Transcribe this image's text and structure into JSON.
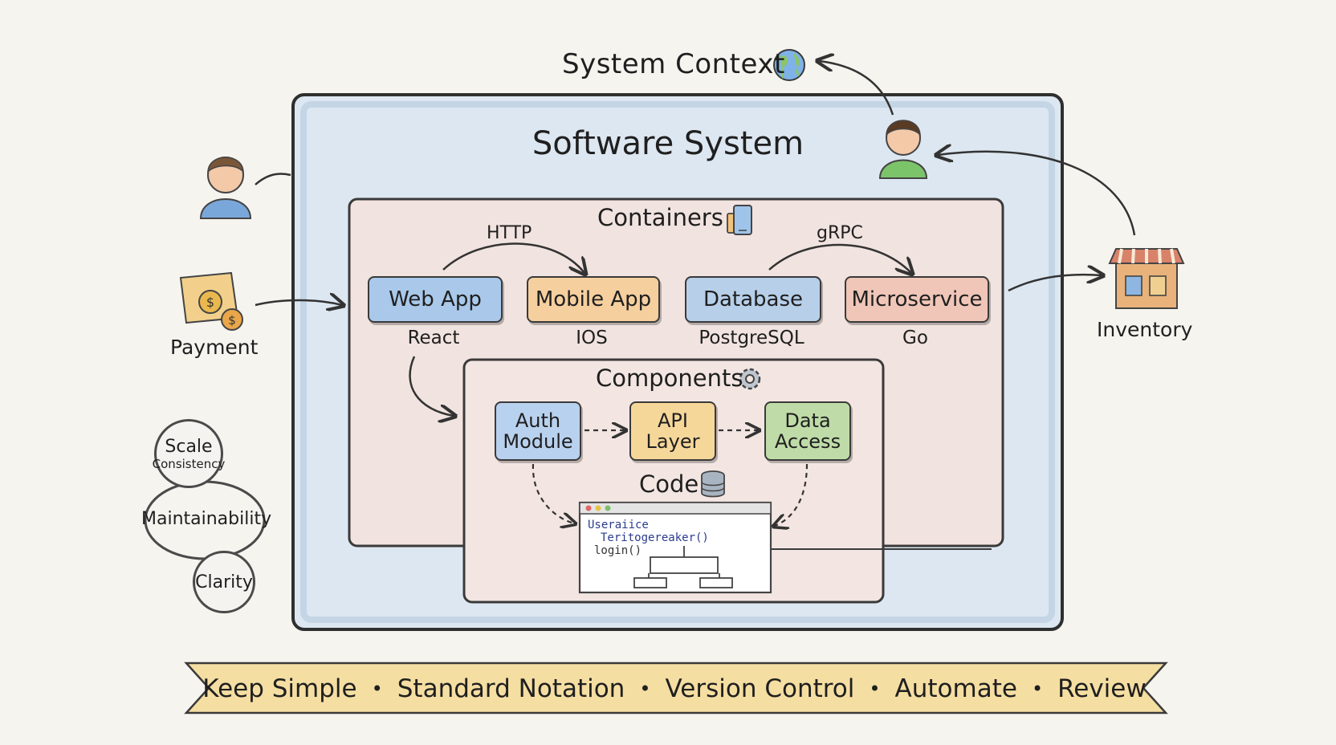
{
  "header": {
    "context_title": "System Context"
  },
  "system": {
    "title": "Software System"
  },
  "containers": {
    "title": "Containers",
    "protocols": {
      "http": "HTTP",
      "grpc": "gRPC"
    },
    "items": [
      {
        "label": "Web App",
        "tech": "React",
        "color": "#a9c8ea"
      },
      {
        "label": "Mobile App",
        "tech": "IOS",
        "color": "#f5cf9e"
      },
      {
        "label": "Database",
        "tech": "PostgreSQL",
        "color": "#b7cfe9"
      },
      {
        "label": "Microservice",
        "tech": "Go",
        "color": "#efc6b8"
      }
    ]
  },
  "components": {
    "title": "Components",
    "items": [
      {
        "label_1": "Auth",
        "label_2": "Module",
        "color": "#b8d1ee"
      },
      {
        "label_1": "API",
        "label_2": "Layer",
        "color": "#f6d79a"
      },
      {
        "label_1": "Data",
        "label_2": "Access",
        "color": "#bfdca8"
      }
    ]
  },
  "code": {
    "title": "Code",
    "lines": [
      "Useraiice",
      "Teritogereaker()",
      "login()"
    ]
  },
  "external": {
    "payment": "Payment",
    "inventory": "Inventory"
  },
  "qualities": {
    "scale": "Scale",
    "consistency": "Consistency",
    "maintainability": "Maintainability",
    "clarity": "Clarity"
  },
  "banner": {
    "items": [
      "Keep Simple",
      "Standard Notation",
      "Version Control",
      "Automate",
      "Review"
    ],
    "separator": "•"
  }
}
